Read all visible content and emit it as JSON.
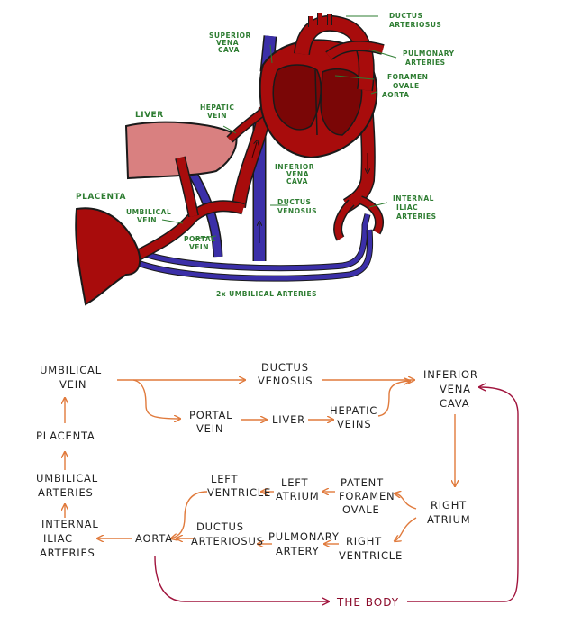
{
  "illustration": {
    "labels": {
      "superior_vena_cava": [
        "SUPERIOR",
        "VENA",
        "CAVA"
      ],
      "ductus_arteriosus": [
        "DUCTUS",
        "ARTERIOSUS"
      ],
      "pulmonary_arteries": [
        "PULMONARY",
        "ARTERIES"
      ],
      "foramen_ovale": [
        "FORAMEN",
        "OVALE"
      ],
      "aorta": "AORTA",
      "liver": "LIVER",
      "hepatic_vein": [
        "HEPATIC",
        "VEIN"
      ],
      "inferior_vena_cava": [
        "INFERIOR",
        "VENA",
        "CAVA"
      ],
      "placenta": "PLACENTA",
      "umbilical_vein": [
        "UMBILICAL",
        "VEIN"
      ],
      "ductus_venosus": [
        "DUCTUS",
        "VENOSUS"
      ],
      "portal_vein": [
        "PORTAL",
        "VEIN"
      ],
      "internal_iliac_arteries": [
        "INTERNAL",
        "ILIAC",
        "ARTERIES"
      ],
      "umbilical_arteries": "2x UMBILICAL ARTERIES"
    },
    "colors": {
      "artery": "#a80c0c",
      "vein": "#3b2fa8",
      "liver": "#d98080",
      "label": "#2e7d32"
    }
  },
  "flowchart": {
    "nodes": {
      "umbilical_vein": [
        "UMBILICAL",
        "VEIN"
      ],
      "ductus_venosus": [
        "DUCTUS",
        "VENOSUS"
      ],
      "inferior_vena_cava": [
        "INFERIOR",
        "VENA",
        "CAVA"
      ],
      "portal_vein": [
        "PORTAL",
        "VEIN"
      ],
      "liver": "LIVER",
      "hepatic_veins": [
        "HEPATIC",
        "VEINS"
      ],
      "placenta": "PLACENTA",
      "umbilical_arteries": [
        "UMBILICAL",
        "ARTERIES"
      ],
      "internal_iliac_arteries": [
        "INTERNAL",
        "ILIAC",
        "ARTERIES"
      ],
      "aorta": "AORTA",
      "ductus_arteriosus": [
        "DUCTUS",
        "ARTERIOSUS"
      ],
      "pulmonary_artery": [
        "PULMONARY",
        "ARTERY"
      ],
      "right_ventricle": [
        "RIGHT",
        "VENTRICLE"
      ],
      "left_ventricle": [
        "LEFT",
        "VENTRICLE"
      ],
      "left_atrium": [
        "LEFT",
        "ATRIUM"
      ],
      "patent_foramen_ovale": [
        "PATENT",
        "FORAMEN",
        "OVALE"
      ],
      "right_atrium": [
        "RIGHT",
        "ATRIUM"
      ],
      "the_body": "THE BODY"
    },
    "colors": {
      "arrow": "#e07a3c",
      "body_arrow": "#a0133c"
    }
  }
}
